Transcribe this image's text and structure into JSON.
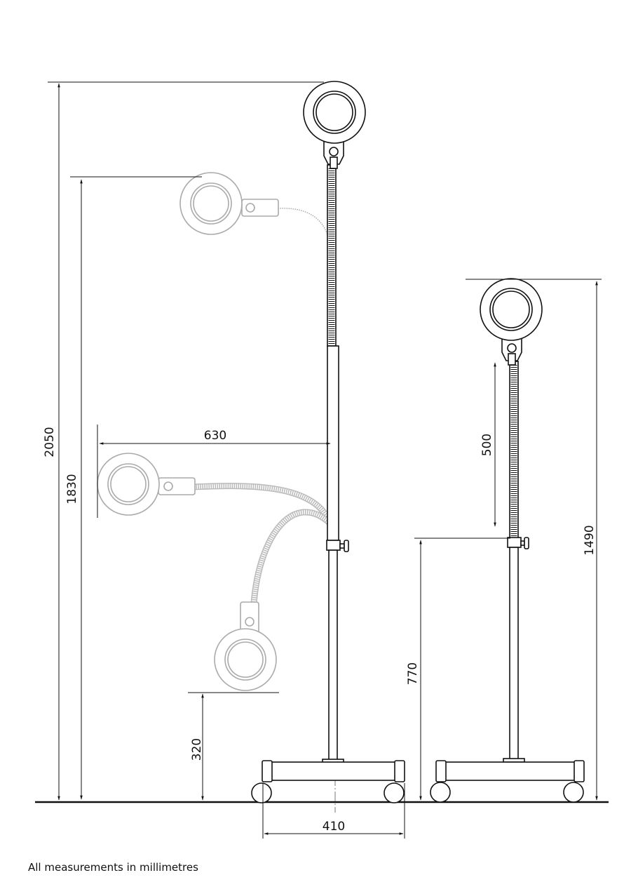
{
  "dimensions": {
    "max_height": "2050",
    "upper_head_height": "1830",
    "reach": "630",
    "min_head_height": "320",
    "base_width": "410",
    "lower_tube_height": "770",
    "gooseneck_length": "500",
    "short_config_height": "1490"
  },
  "footnote": "All measurements in millimetres",
  "colors": {
    "line": "#111111",
    "ghost": "#aaaaaa"
  }
}
